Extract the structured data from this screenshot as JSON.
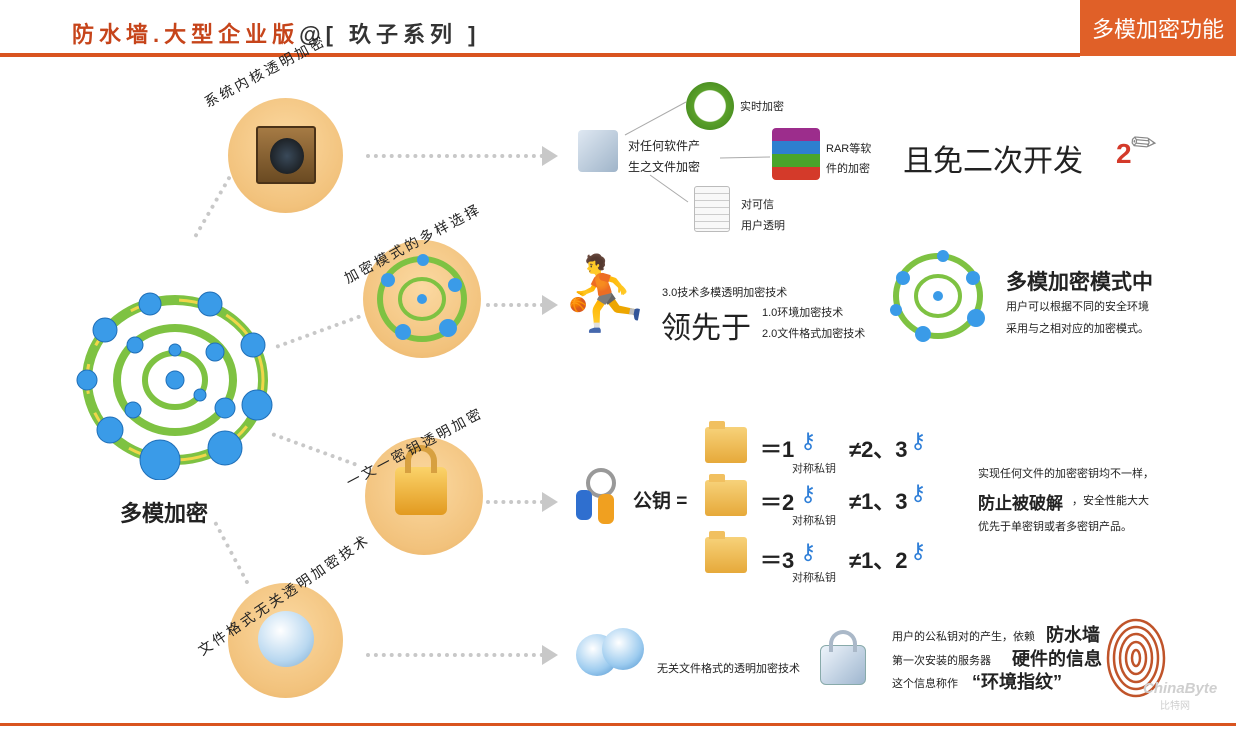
{
  "header": {
    "title_main": "防水墙",
    "title_dot": ".",
    "title_edition": "大型企业版",
    "title_at": "@",
    "title_series": "[ 玖子系列 ]",
    "badge": "多模加密功能"
  },
  "center": {
    "label": "多模加密"
  },
  "branches": [
    {
      "label": "系统内核透明加密"
    },
    {
      "label": "加密模式的多样选择"
    },
    {
      "label": "一文一密钥透明加密"
    },
    {
      "label": "文件格式无关透明加密技术"
    }
  ],
  "row1": {
    "file_text_1": "对任何软件产",
    "file_text_2": "生之文件加密",
    "realtime": "实时加密",
    "rar_1": "RAR等软",
    "rar_2": "件的加密",
    "trust_1": "对可信",
    "trust_2": "用户透明",
    "no_dev": "且免二次开发"
  },
  "row2": {
    "tech3": "3.0技术多模透明加密技术",
    "lead": "领先于",
    "tech1": "1.0环境加密技术",
    "tech2": "2.0文件格式加密技术",
    "title": "多模加密模式中",
    "desc_1": "用户可以根据不同的安全环境",
    "desc_2": "采用与之相对应的加密模式。"
  },
  "row3": {
    "public_key": "公钥 =",
    "rows": [
      {
        "eq": "＝1",
        "neq": "≠2、3",
        "sym": "对称私钥"
      },
      {
        "eq": "＝2",
        "neq": "≠1、3",
        "sym": "对称私钥"
      },
      {
        "eq": "＝3",
        "neq": "≠1、2",
        "sym": "对称私钥"
      }
    ],
    "desc_1": "实现任何文件的加密密钥均不一样，",
    "desc_2a": "防止被破解",
    "desc_2b": "，安全性能大大",
    "desc_3": "优先于单密钥或者多密钥产品。"
  },
  "row4": {
    "agnostic": "无关文件格式的透明加密技术",
    "desc_1": "用户的公私钥对的产生，依赖",
    "brand": "防水墙",
    "desc_2": "第一次安装的服务器",
    "hw": "硬件的信息",
    "desc_3": "这个信息称作",
    "env": "“环境指纹”"
  },
  "watermark": {
    "logo": "ChinaByte",
    "sub": "比特网"
  },
  "colors": {
    "accent": "#d9541f",
    "badge": "#e06028",
    "circle": "#f2c27c"
  }
}
